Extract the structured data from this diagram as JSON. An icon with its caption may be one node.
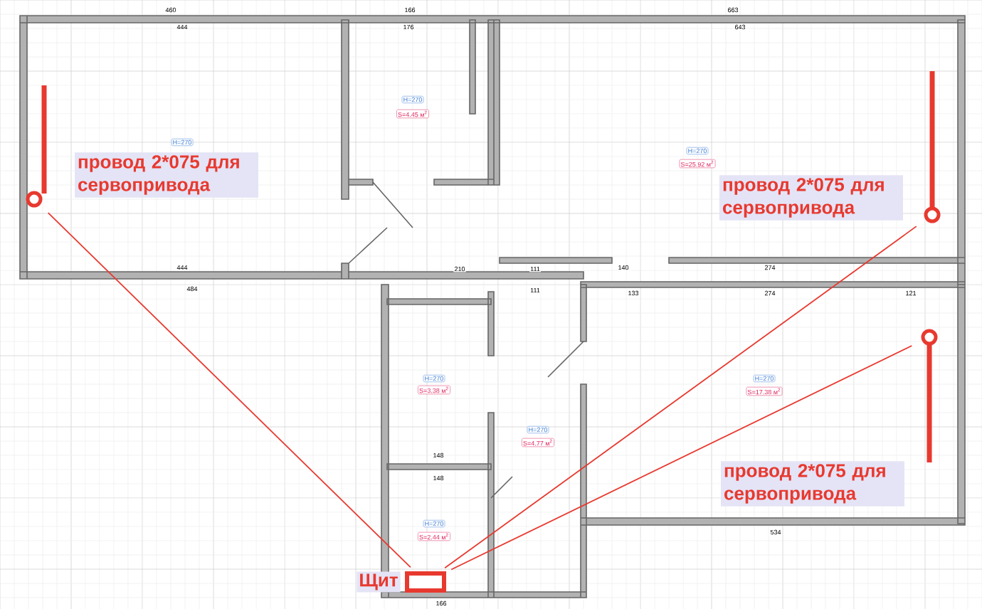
{
  "diagram": {
    "nodes": [
      {
        "text": [
          "провод 2*075 для сервопривода"
        ]
      },
      {
        "text": [],
        "shape": "circle"
      },
      {
        "text": [
          "провод 2*075 для сервопривода"
        ]
      },
      {
        "text": [],
        "shape": "circle"
      },
      {
        "text": [],
        "shape": "circle"
      },
      {
        "text": [
          "провод 2*075 для сервопривода"
        ]
      },
      {
        "text": [],
        "shape": "box",
        "beside": [
          "Щит"
        ]
      }
    ],
    "edges": [
      {
        "from": 6,
        "to": 1,
        "arrow": "none",
        "color": "#e8392f"
      },
      {
        "from": 6,
        "to": 3,
        "arrow": "none",
        "color": "#e8392f"
      },
      {
        "from": 6,
        "to": 4,
        "arrow": "none",
        "color": "#e8392f"
      }
    ],
    "labels": [
      "460",
      "166",
      "663",
      "444",
      "176",
      "643",
      "H=270",
      "H=270",
      "S=4.45 м$^{2}$",
      "H=270",
      "S=25.92 м$^{2}$",
      "444",
      "210",
      "111",
      "140",
      "274",
      "484",
      "111",
      "133",
      "274",
      "121",
      "H=270",
      "S=3.38 м$^{2}$",
      "H=270",
      "S=4.77 м$^{2}$",
      "H=270",
      "S=17.38 м$^{2}$",
      "534",
      "148",
      "148",
      "H=270",
      "S=2.44 м$^{2}$",
      "166"
    ]
  }
}
